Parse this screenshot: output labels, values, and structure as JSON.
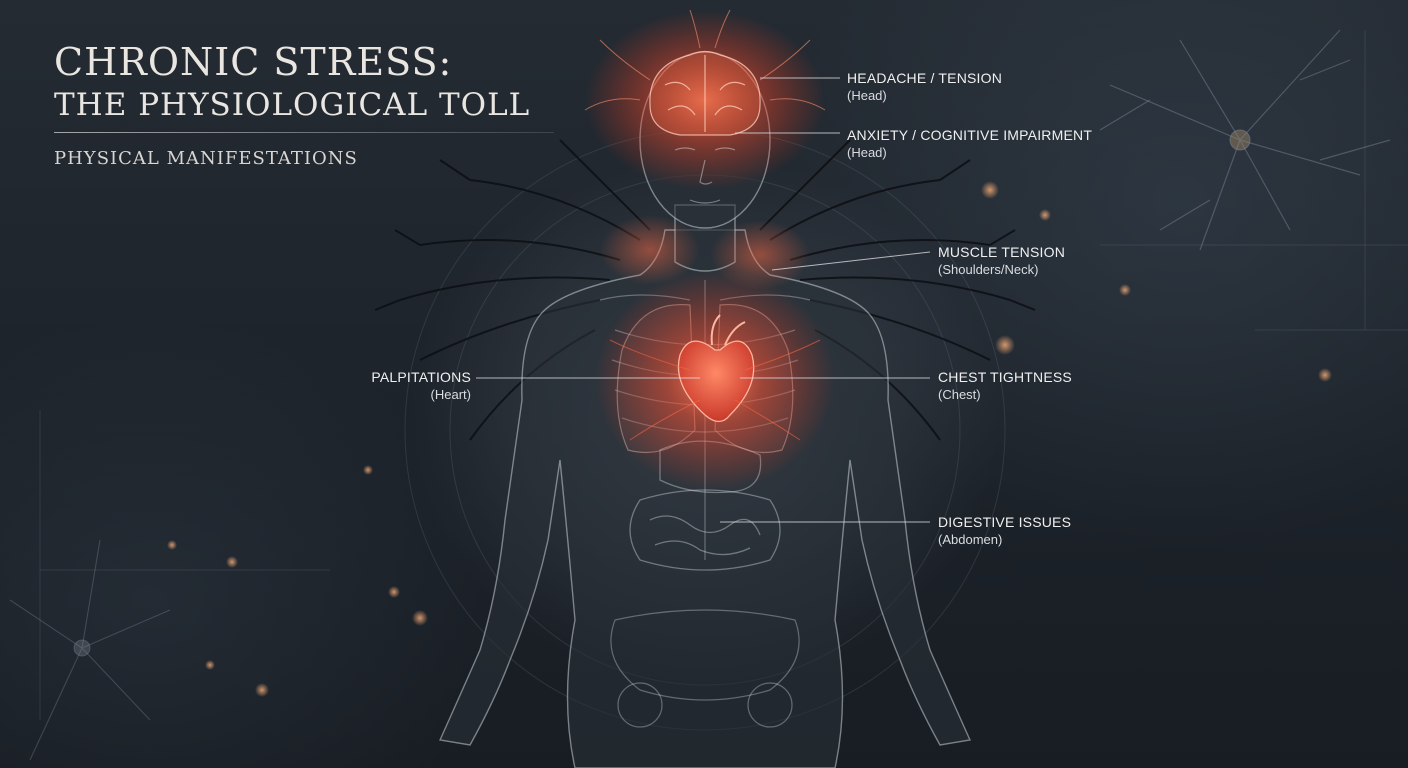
{
  "title": {
    "line1": "CHRONIC STRESS:",
    "line2": "THE PHYSIOLOGICAL TOLL"
  },
  "subtitle": "PHYSICAL MANIFESTATIONS",
  "annotations": [
    {
      "symptom": "HEADACHE / TENSION",
      "area": "(Head)"
    },
    {
      "symptom": "ANXIETY / COGNITIVE IMPAIRMENT",
      "area": "(Head)"
    },
    {
      "symptom": "MUSCLE TENSION",
      "area": "(Shoulders/Neck)"
    },
    {
      "symptom": "PALPITATIONS",
      "area": "(Heart)"
    },
    {
      "symptom": "CHEST TIGHTNESS",
      "area": "(Chest)"
    },
    {
      "symptom": "DIGESTIVE ISSUES",
      "area": "(Abdomen)"
    }
  ],
  "colors": {
    "background": "#1e242b",
    "glow": "#ff5a3c",
    "text": "#f0f0f0"
  },
  "icons": [
    "human-body-illustration",
    "heart-icon",
    "brain-icon",
    "neuron-icon"
  ]
}
